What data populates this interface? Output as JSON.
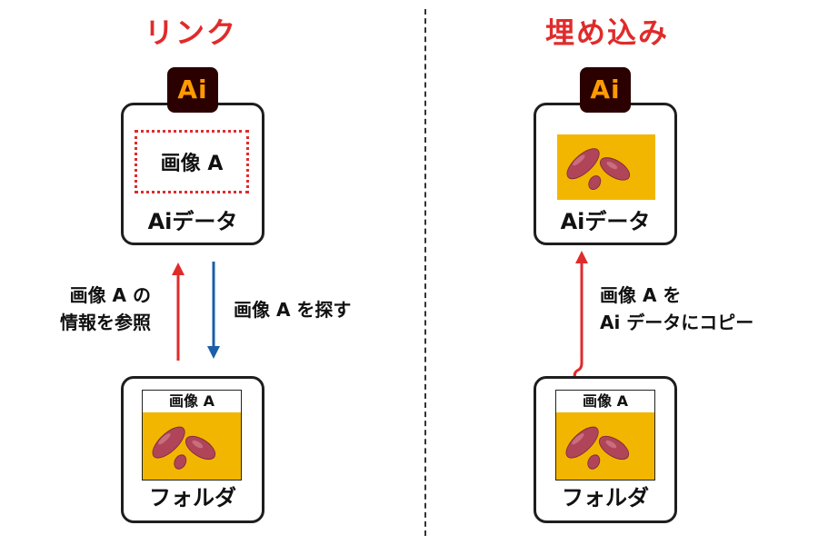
{
  "link_section": {
    "heading": "リンク",
    "ai_icon_label": "Ai",
    "image_placeholder": "画像 A",
    "data_label": "Aiデータ",
    "up_arrow_label_line1": "画像 A の",
    "up_arrow_label_line2": "情報を参照",
    "down_arrow_label": "画像 A を探す",
    "folder_thumb_title": "画像 A",
    "folder_label": "フォルダ"
  },
  "embed_section": {
    "heading": "埋め込み",
    "ai_icon_label": "Ai",
    "data_label": "Aiデータ",
    "arrow_label_line1": "画像 A を",
    "arrow_label_line2": "Ai データにコピー",
    "folder_thumb_title": "画像 A",
    "folder_label": "フォルダ"
  },
  "colors": {
    "heading": "#e02b2b",
    "red_arrow": "#e02b2b",
    "blue_arrow": "#1b5fa8",
    "photo_background": "#f2b600",
    "sweet_potato": "#b0455a",
    "ai_icon_bg": "#2b0000",
    "ai_icon_text": "#ff9a00"
  }
}
